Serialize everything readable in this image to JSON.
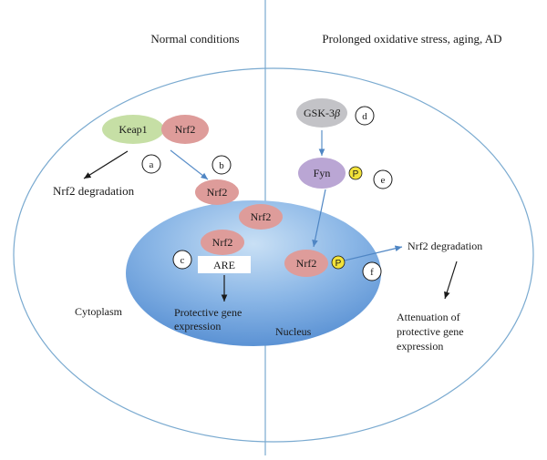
{
  "headers": {
    "left": "Normal conditions",
    "right": "Prolonged oxidative stress, aging, AD"
  },
  "regions": {
    "cytoplasm": "Cytoplasm",
    "nucleus": "Nucleus"
  },
  "nodes": {
    "keap1": "Keap1",
    "nrf2_complex": "Nrf2",
    "nrf2_b": "Nrf2",
    "nrf2_nuc1": "Nrf2",
    "nrf2_nuc2": "Nrf2",
    "are": "ARE",
    "gsk3b_prefix": "GSK-3",
    "gsk3b_beta": "β",
    "fyn": "Fyn",
    "p_fyn": "P",
    "nrf2_right": "Nrf2",
    "p_nrf2": "P"
  },
  "outputs": {
    "left_degradation": "Nrf2 degradation",
    "protective_line1": "Protective gene",
    "protective_line2": "expression",
    "right_degradation": "Nrf2 degradation",
    "attenuation_line1": "Attenuation of",
    "attenuation_line2": "protective gene",
    "attenuation_line3": "expression"
  },
  "step_labels": {
    "a": "a",
    "b": "b",
    "c": "c",
    "d": "d",
    "e": "e",
    "f": "f"
  },
  "colors": {
    "cell_outline": "#7aaad0",
    "divider": "#7aaad0",
    "nucleus_light": "#bcd9f3",
    "nucleus_dark": "#5b95d6",
    "nrf2_fill": "#de9c9a",
    "keap1_fill": "#c6dfa5",
    "gsk_fill": "#c3c3c7",
    "fyn_fill": "#baa6d4",
    "phospho_fill": "#f2e23a",
    "arrow_blue": "#5b8fc9",
    "arrow_black": "#1a1a1a"
  }
}
